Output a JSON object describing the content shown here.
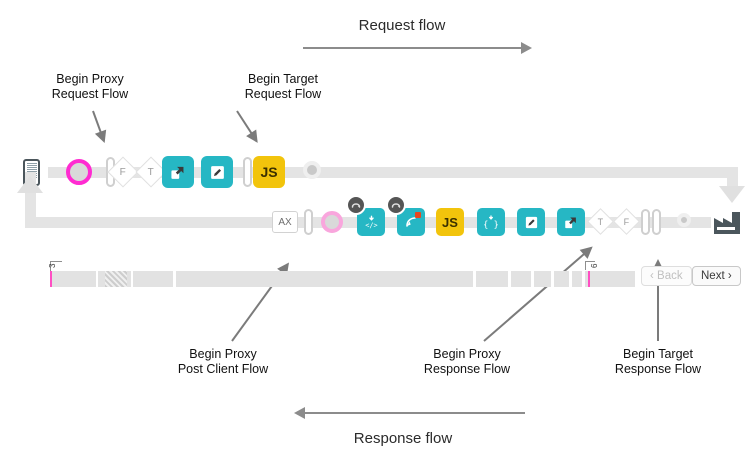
{
  "diagram": {
    "request_flow_label": "Request flow",
    "response_flow_label": "Response flow"
  },
  "callouts": [
    {
      "id": "begin-proxy-request-flow",
      "line1": "Begin Proxy",
      "line2": "Request Flow"
    },
    {
      "id": "begin-target-request-flow",
      "line1": "Begin Target",
      "line2": "Request Flow"
    },
    {
      "id": "begin-proxy-post-client-flow",
      "line1": "Begin Proxy",
      "line2": "Post Client Flow"
    },
    {
      "id": "begin-proxy-response-flow",
      "line1": "Begin Proxy",
      "line2": "Response Flow"
    },
    {
      "id": "begin-target-response-flow",
      "line1": "Begin Target",
      "line2": "Response Flow"
    }
  ],
  "request_row": {
    "nodes": [
      {
        "name": "client-device-icon",
        "type": "phone",
        "label": ""
      },
      {
        "name": "proxy-endpoint-marker",
        "type": "ring-magenta",
        "label": ""
      },
      {
        "name": "flow-separator-1",
        "type": "pill",
        "label": ""
      },
      {
        "name": "condition-f-1",
        "type": "diamond",
        "label": "F"
      },
      {
        "name": "condition-t-1",
        "type": "diamond",
        "label": "T"
      },
      {
        "name": "route-policy",
        "type": "box",
        "label": "",
        "icon": "arrow-out-icon"
      },
      {
        "name": "assign-message-policy",
        "type": "box",
        "label": "",
        "icon": "pencil-icon"
      },
      {
        "name": "flow-separator-2",
        "type": "pill",
        "label": ""
      },
      {
        "name": "javascript-policy",
        "type": "box-js",
        "label": "JS"
      },
      {
        "name": "target-endpoint-marker",
        "type": "ring-gray",
        "label": ""
      }
    ]
  },
  "response_row": {
    "nodes": [
      {
        "name": "analytics-node",
        "type": "axbox",
        "label": "AX"
      },
      {
        "name": "flow-separator-3",
        "type": "pill",
        "label": ""
      },
      {
        "name": "post-client-flow-marker",
        "type": "ring-pink",
        "label": ""
      },
      {
        "name": "extract-variables-policy",
        "type": "box",
        "label": "",
        "icon": "code-icon",
        "badge": "error-badge"
      },
      {
        "name": "raise-fault-policy",
        "type": "box",
        "label": "",
        "icon": "return-icon",
        "badge": "error-badge"
      },
      {
        "name": "javascript-policy-2",
        "type": "box-js",
        "label": "JS"
      },
      {
        "name": "json-policy",
        "type": "box",
        "label": "",
        "icon": "braces-icon"
      },
      {
        "name": "assign-message-policy-2",
        "type": "box",
        "label": "",
        "icon": "pencil-icon"
      },
      {
        "name": "route-policy-2",
        "type": "box",
        "label": "",
        "icon": "arrow-out-icon"
      },
      {
        "name": "condition-t-2",
        "type": "diamond",
        "label": "T"
      },
      {
        "name": "condition-f-2",
        "type": "diamond",
        "label": "F"
      },
      {
        "name": "flow-separator-4",
        "type": "pill",
        "label": ""
      },
      {
        "name": "flow-separator-5",
        "type": "pill",
        "label": ""
      },
      {
        "name": "target-response-marker",
        "type": "ring-gray-sm",
        "label": ""
      },
      {
        "name": "target-server-icon",
        "type": "factory",
        "label": ""
      }
    ]
  },
  "timeline": {
    "start_label": "3",
    "end_label": "6",
    "back_button": "‹ Back",
    "next_button": "Next ›"
  },
  "colors": {
    "policy_teal": "#26b7c4",
    "javascript_yellow": "#f2c40c",
    "proxy_magenta": "#ff2bd1",
    "post_client_pink": "#f9a6dd",
    "rail_gray": "#e4e4e4",
    "badge_dark": "#555555",
    "arrow_gray": "#7b7b7b"
  }
}
